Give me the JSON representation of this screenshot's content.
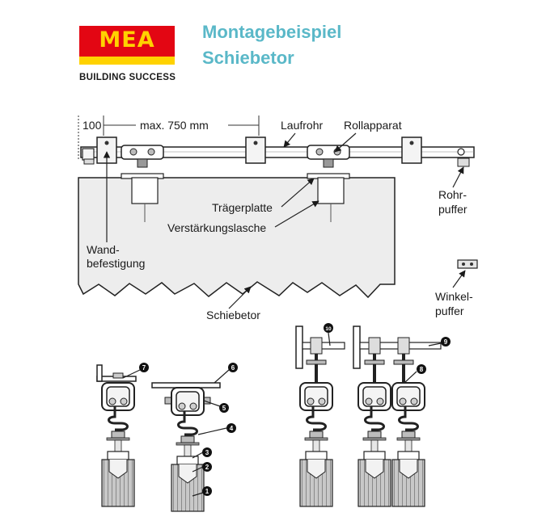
{
  "logo": {
    "text": "MEA",
    "tagline": "BUILDING SUCCESS"
  },
  "title": {
    "line1": "Montagebeispiel",
    "line2": "Schiebetor"
  },
  "dimensions": {
    "wall_offset": "100",
    "max_spacing": "max. 750 mm"
  },
  "labels": {
    "laufrohr": "Laufrohr",
    "rollapparat": "Rollapparat",
    "traegerplatte": "Trägerplatte",
    "verstaerkungslasche": "Verstärkungslasche",
    "rohrpuffer_1": "Rohr-",
    "rohrpuffer_2": "puffer",
    "wandbefestigung_1": "Wand-",
    "wandbefestigung_2": "befestigung",
    "schiebetor": "Schiebetor",
    "winkelpuffer_1": "Winkel-",
    "winkelpuffer_2": "puffer"
  },
  "callouts": [
    "1",
    "2",
    "3",
    "4",
    "5",
    "6",
    "7",
    "8",
    "9",
    "10"
  ],
  "colors": {
    "title": "#5ab8c8",
    "logo_red": "#e30613",
    "logo_yellow": "#ffd200"
  }
}
